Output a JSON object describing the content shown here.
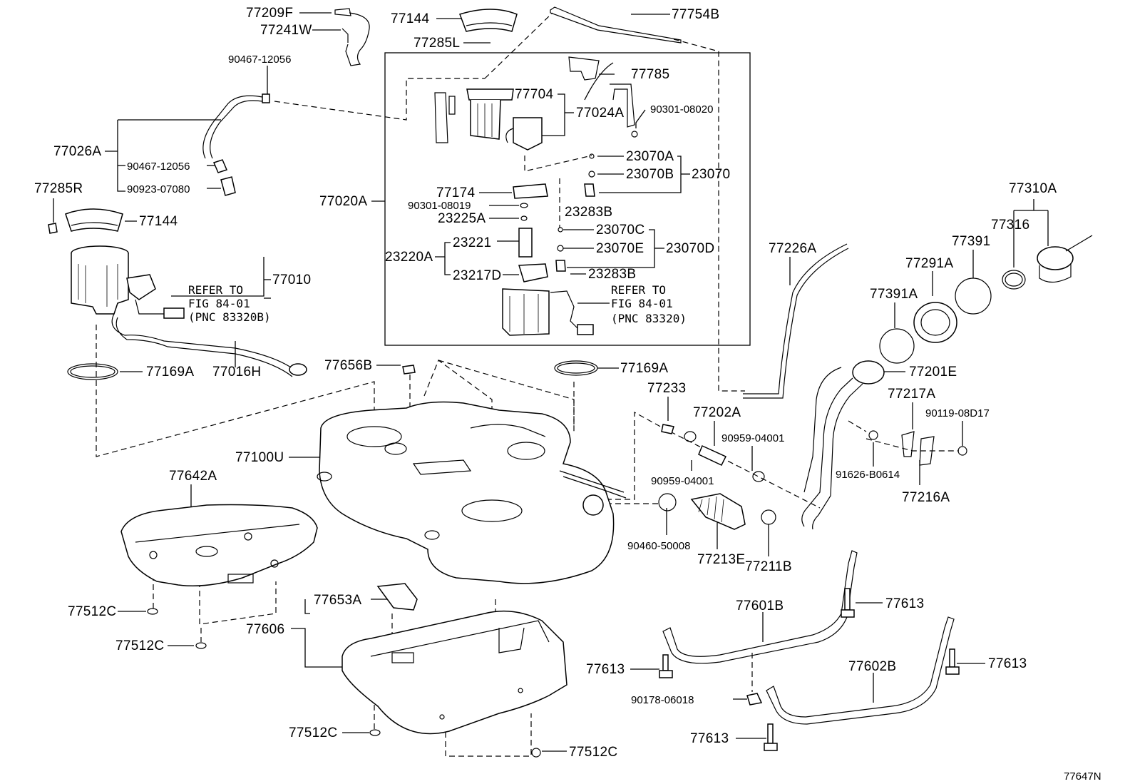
{
  "labels": {
    "p77209F": "77209F",
    "p77241W": "77241W",
    "p77144_top": "77144",
    "p77285L": "77285L",
    "p77754B": "77754B",
    "p90467_top": "90467-12056",
    "p77785": "77785",
    "p77704": "77704",
    "p77024A": "77024A",
    "p90301_08020": "90301-08020",
    "p77026A": "77026A",
    "p90467_mid": "90467-12056",
    "p90923": "90923-07080",
    "p23070A": "23070A",
    "p23070B": "23070B",
    "p23070": "23070",
    "p77285R": "77285R",
    "p77020A": "77020A",
    "p77174": "77174",
    "p90301_08019": "90301-08019",
    "p23283B_top": "23283B",
    "p77310A": "77310A",
    "p77144_left": "77144",
    "p23225A": "23225A",
    "p77316": "77316",
    "p23070C": "23070C",
    "p23221": "23221",
    "p77391": "77391",
    "p23220A": "23220A",
    "p23070E": "23070E",
    "p23070D": "23070D",
    "p77226A": "77226A",
    "p77291A": "77291A",
    "p77010": "77010",
    "p23217D": "23217D",
    "p23283B_bot": "23283B",
    "p77391A": "77391A",
    "p77169A_left": "77169A",
    "p77016H": "77016H",
    "p77656B": "77656B",
    "p77169A_mid": "77169A",
    "p77201E": "77201E",
    "p77233": "77233",
    "p77217A": "77217A",
    "p77202A": "77202A",
    "p90119": "90119-08D17",
    "p90959_top": "90959-04001",
    "p77100U": "77100U",
    "p91626": "91626-B0614",
    "p77642A": "77642A",
    "p90959_bot": "90959-04001",
    "p77216A": "77216A",
    "p90460": "90460-50008",
    "p77213E": "77213E",
    "p77211B": "77211B",
    "p77653A": "77653A",
    "p77601B": "77601B",
    "p77613_a": "77613",
    "p77512C_a": "77512C",
    "p77606": "77606",
    "p77512C_b": "77512C",
    "p77602B": "77602B",
    "p77613_b": "77613",
    "p77613_c": "77613",
    "p90178": "90178-06018",
    "p77512C_c": "77512C",
    "p77613_d": "77613",
    "p77512C_d": "77512C",
    "fig_id": "77647N"
  },
  "refs": {
    "ref1_line1": "REFER TO",
    "ref1_line2": "FIG 84-01",
    "ref1_line3": "(PNC 83320B)",
    "ref2_line1": "REFER TO",
    "ref2_line2": "FIG 84-01",
    "ref2_line3": "(PNC 83320)"
  }
}
